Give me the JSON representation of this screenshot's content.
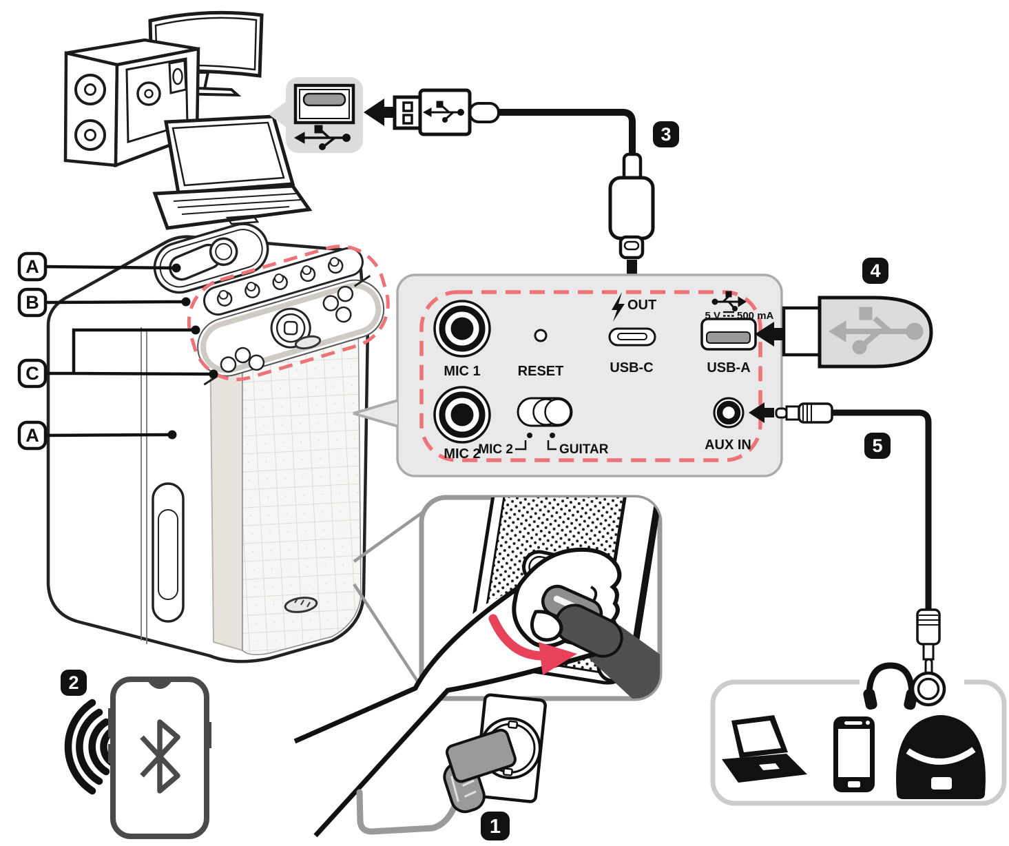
{
  "panel": {
    "mic1": "MIC 1",
    "reset": "RESET",
    "usb_c": "USB-C",
    "usb_a": "USB-A",
    "mic2": "MIC 2",
    "aux_in": "AUX IN",
    "out": "OUT",
    "rating_volts": "5 V",
    "rating_current": "500 mA",
    "switch_mic2": "MIC 2",
    "switch_guitar": "GUITAR"
  },
  "steps": {
    "s1": "1",
    "s2": "2",
    "s3": "3",
    "s4": "4",
    "s5": "5"
  },
  "parts": {
    "a1": "A",
    "b": "B",
    "c": "C",
    "a2": "A"
  },
  "colors": {
    "accent_dash": "#ED7378",
    "arrow_red": "#E8415A",
    "panel_fill": "#E9E9EA",
    "panel_border": "#ABABAB",
    "badge_black": "#111111",
    "callout_gray": "#9A9A9A",
    "strip_beige": "#E7E2DB"
  },
  "icons": {
    "usb": "usb-trident",
    "bluetooth": "bluetooth",
    "headphones": "headphones",
    "lightning": "lightning-out",
    "wireless": "wireless-waves",
    "aux_ring": "aux-jack-ring"
  }
}
